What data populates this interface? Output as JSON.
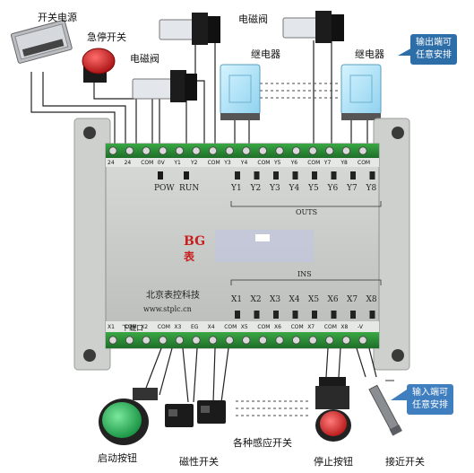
{
  "labels": {
    "power_supply": "开关电源",
    "estop": "急停开关",
    "valve_a": "电磁阀",
    "valve_b": "电磁阀",
    "relay_a": "继电器",
    "relay_b": "继电器",
    "start_btn": "启动按钮",
    "magnetic_switch": "磁性开关",
    "sensor_switch": "各种感应开关",
    "stop_btn": "停止按钮",
    "proximity_switch": "接近开关"
  },
  "callouts": {
    "output_line1": "输出端可",
    "output_line2": "任意安排",
    "input_line1": "输入端可",
    "input_line2": "任意安排"
  },
  "panel": {
    "pow": "POW",
    "run": "RUN",
    "outs": "OUTS",
    "ins": "INS",
    "company": "北京表控科技",
    "website": "www.stplc.cn",
    "download": "下载口",
    "brand_code": "BG",
    "brand_cn": "表"
  },
  "outputs": [
    "Y1",
    "Y2",
    "Y3",
    "Y4",
    "Y5",
    "Y6",
    "Y7",
    "Y8"
  ],
  "inputs": [
    "X1",
    "X2",
    "X3",
    "X4",
    "X5",
    "X6",
    "X7",
    "X8"
  ],
  "top_terminals": [
    "24",
    "24",
    "COM",
    "0V",
    "Y1",
    "Y2",
    "COM",
    "Y3",
    "Y4",
    "COM",
    "Y5",
    "Y6",
    "COM",
    "Y7",
    "Y8",
    "COM"
  ],
  "bottom_terminals": [
    "X1",
    "COM",
    "X2",
    "COM",
    "X3",
    "EG",
    "X4",
    "COM",
    "X5",
    "COM",
    "X6",
    "COM",
    "X7",
    "COM",
    "X8",
    "-V"
  ],
  "colors": {
    "housing": "#c9ccc9",
    "terminal_green": "#2f8f3a",
    "callout_blue": "#2e6ea8",
    "led_off": "#222222",
    "start_green": "#1aa34a",
    "stop_red": "#d11f1f"
  }
}
